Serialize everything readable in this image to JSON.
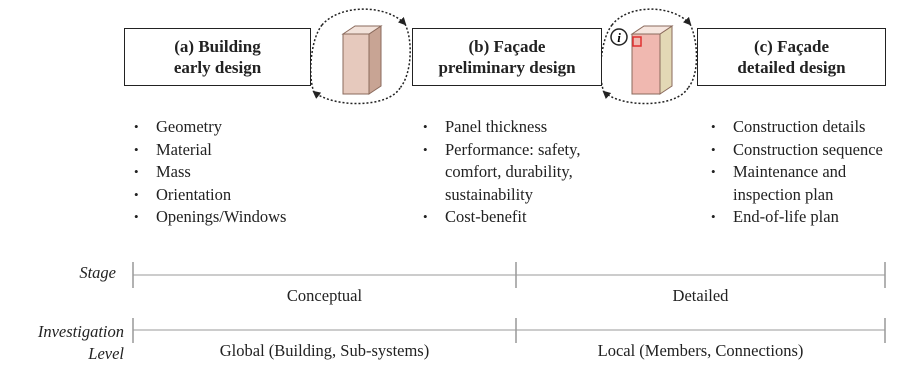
{
  "stages": [
    {
      "line1": "(a) Building",
      "line2": "early design"
    },
    {
      "line1": "(b) Façade",
      "line2": "preliminary design"
    },
    {
      "line1": "(c) Façade",
      "line2": "detailed design"
    }
  ],
  "info_icon": "i",
  "lists": [
    [
      "Geometry",
      "Material",
      "Mass",
      "Orientation",
      "Openings/Windows"
    ],
    [
      "Panel thickness",
      "Performance: safety,",
      "comfort, durability,",
      "sustainability",
      "Cost-benefit"
    ],
    [
      "Construction details",
      "Construction sequence",
      "Maintenance and",
      "inspection plan",
      "End-of-life plan"
    ]
  ],
  "rows": {
    "stage_label": "Stage",
    "level_label_1": "Investigation",
    "level_label_2": "Level",
    "conceptual": "Conceptual",
    "detailed": "Detailed",
    "global": "Global (Building, Sub-systems)",
    "local": "Local (Members, Connections)"
  },
  "colors": {
    "line": "#222222",
    "axis": "#999999",
    "cube_front": "#e6c9bd",
    "cube_side": "#c8a494",
    "cube_top": "#f2e2da",
    "cube2_front": "#f0b8b0",
    "cube2_side": "#e3d8b5",
    "marker": "#e03030"
  }
}
